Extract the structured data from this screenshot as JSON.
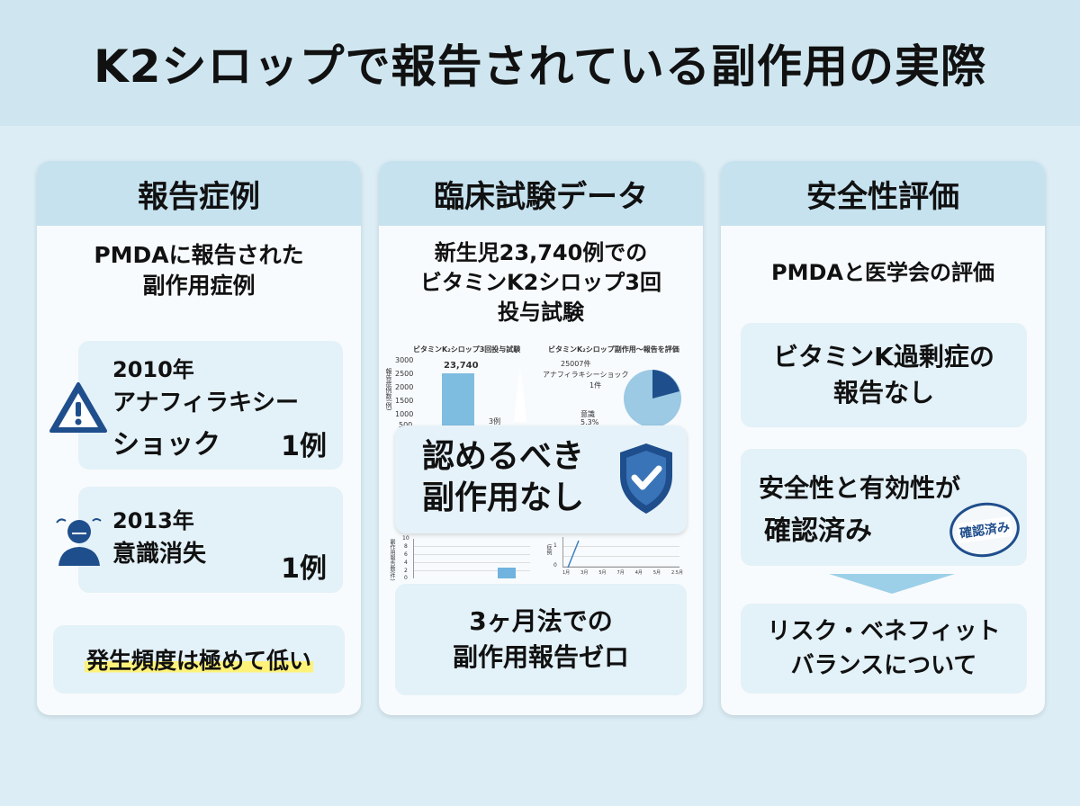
{
  "title": "K2シロップで報告されている副作用の実際",
  "col1": {
    "heading": "報告症例",
    "subtitle_line1": "PMDAに報告された",
    "subtitle_line2": "副作用症例",
    "case1": {
      "year": "2010年",
      "label_line1": "アナフィラキシー",
      "label_line2": "ショック",
      "count": "1例",
      "icon": "warning-triangle-icon"
    },
    "case2": {
      "year": "2013年",
      "label": "意識消失",
      "count": "1例",
      "icon": "unconscious-person-icon"
    },
    "note": "発生頻度は極めて低い"
  },
  "col2": {
    "heading": "臨床試験データ",
    "subtitle_line1": "新生児23,740例での",
    "subtitle_line2": "ビタミンK2シロップ3回",
    "subtitle_line3": "投与試験",
    "bar_chart_title": "ビタミンK₂シロップ3回投与試験",
    "bar_value_label": "23,740",
    "bar_ticks": [
      "3000",
      "2500",
      "2000",
      "1500",
      "1000",
      "500"
    ],
    "bar_ylabel": "報告症例数(例)",
    "bar_small_label": "3例",
    "pie_title": "ビタミンK₂シロップ副作用～報告を評価",
    "pie_label1": "25007件",
    "pie_label2": "アナフィラキシーショック",
    "pie_label3": "1件",
    "pie_label4": "意識",
    "pie_label5": "5.3%",
    "overlay_line1": "認めるべき",
    "overlay_line2": "副作用なし",
    "overlay_icon": "shield-check-icon",
    "lower_ticks": [
      "10",
      "8",
      "6",
      "4",
      "2",
      "0"
    ],
    "lower_ylabel": "副作用報告数(件)",
    "line_ticks": [
      "1",
      "0"
    ],
    "line_xticks": [
      "1月",
      "3月",
      "5月",
      "7月",
      "4月",
      "5月",
      "2.5月"
    ],
    "line_ylabel": "症例",
    "bottom_line1": "3ヶ月法での",
    "bottom_line2": "副作用報告ゼロ"
  },
  "col3": {
    "heading": "安全性評価",
    "subtitle": "PMDAと医学会の評価",
    "card1_line1": "ビタミンK過剰症の",
    "card1_line2": "報告なし",
    "card2_line1": "安全性と有効性が",
    "card2_line2": "確認済み",
    "stamp": "確認済み",
    "card3_line1": "リスク・ベネフィット",
    "card3_line2": "バランスについて"
  },
  "colors": {
    "header_bg": "#cfe6f0",
    "panel_head": "#c6e2ef",
    "card_bg": "#e3f1f8",
    "accent_blue": "#1f4e8c",
    "highlight": "#fff27a"
  }
}
